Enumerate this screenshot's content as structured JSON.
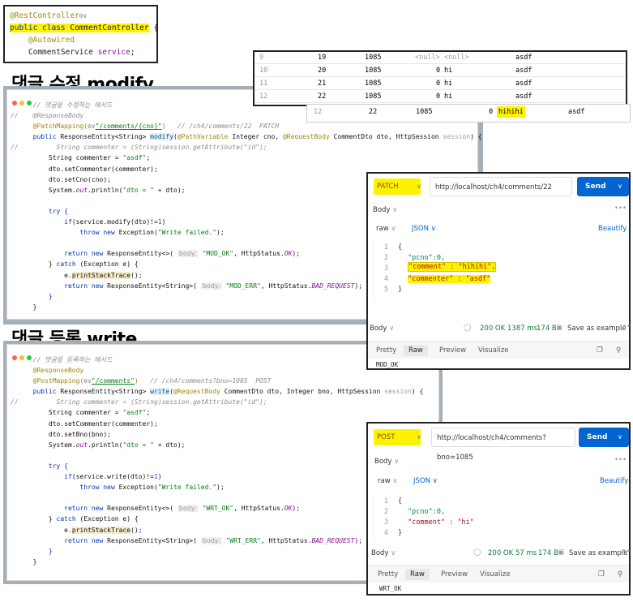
{
  "top_snippet": {
    "annotation": "@RestController",
    "class_decl_kw": "public class ",
    "class_name": "CommentController",
    "brace": " {",
    "autowired": "@Autowired",
    "field_type": "CommentService ",
    "field_name": "service",
    "semi": ";"
  },
  "headings": {
    "modify": "댓글 수정 modify",
    "write": "댓글 등록 write"
  },
  "modify_code": {
    "comment1": "// 댓글을 수정하는 메서드",
    "l2_gut": "//",
    "l2": "@ResponseBody",
    "l3_ann": "@PatchMapping(",
    "l3_str": "\"/comments/{cno}\"",
    "l3_close": ")",
    "l3_comment": "// /ch4/comments/22  PATCH",
    "l4_kw": "public ",
    "l4_type": "ResponseEntity<String> ",
    "l4_method": "modify",
    "l4_params_a": "(",
    "l4_pv": "@PathVariable ",
    "l4_params_b": "Integer cno, ",
    "l4_rb": "@RequestBody ",
    "l4_params_c": "CommentDto dto, HttpSession ",
    "l4_session": "session",
    "l4_end": ") {",
    "l5_gut": "//",
    "l5": "String commenter = (String)session.getAttribute(\"id\");",
    "l6_a": "String commenter = ",
    "l6_str": "\"asdf\"",
    "l6_b": ";",
    "l7": "dto.setCommenter(commenter);",
    "l8": "dto.setCno(cno);",
    "l9_a": "System.",
    "l9_out": "out",
    "l9_b": ".println(",
    "l9_str": "\"dto = \"",
    "l9_c": " + dto);",
    "l11": "try {",
    "l12_kw": "if",
    "l12": "(service.modify(dto)!=",
    "l12_num": "1",
    "l12_end": ")",
    "l13_kw": "throw new ",
    "l13_a": "Exception(",
    "l13_str": "\"Write failed.\"",
    "l13_b": ");",
    "l15_kw": "return new ",
    "l15_a": "ResponseEntity<>( ",
    "l15_hint": "body:",
    "l15_str": " \"MOD_OK\"",
    "l15_b": ", HttpStatus.",
    "l15_stat": "OK",
    "l15_c": ");",
    "l16_a": "} ",
    "l16_kw": "catch ",
    "l16_b": "(Exception e) {",
    "l17_a": "e.",
    "l17_m": "printStackTrace",
    "l17_b": "();",
    "l18_kw": "return new ",
    "l18_a": "ResponseEntity<String>( ",
    "l18_hint": "body:",
    "l18_str": " \"MOD_ERR\"",
    "l18_b": ", HttpStatus.",
    "l18_stat": "BAD_REQUEST",
    "l18_c": ");",
    "l19": "}",
    "l20": "}"
  },
  "write_code": {
    "comment1": "// 댓글을 등록하는 메서드",
    "l2": "@ResponseBody",
    "l3_ann": "@PostMapping(",
    "l3_str": "\"/comments\"",
    "l3_close": ")",
    "l3_comment": "// /ch4/comments?bno=1085  POST",
    "l4_kw": "public ",
    "l4_type": "ResponseEntity<String> ",
    "l4_method": "write",
    "l4_params_a": "(",
    "l4_rb": "@RequestBody ",
    "l4_params_b": "CommentDto dto, Integer bno, HttpSession ",
    "l4_session": "session",
    "l4_end": ") {",
    "l5_gut": "//",
    "l5": "String commenter = (String)session.getAttribute(\"id\");",
    "l6_a": "String commenter = ",
    "l6_str": "\"asdf\"",
    "l6_b": ";",
    "l7": "dto.setCommenter(commenter);",
    "l8": "dto.setBno(bno);",
    "l9_a": "System.",
    "l9_out": "out",
    "l9_b": ".println(",
    "l9_str": "\"dto = \"",
    "l9_c": " + dto);",
    "l11": "try {",
    "l12_kw": "if",
    "l12": "(service.write(dto)!=",
    "l12_num": "1",
    "l12_end": ")",
    "l13_kw": "throw new ",
    "l13_a": "Exception(",
    "l13_str": "\"Write failed.\"",
    "l13_b": ");",
    "l15_kw": "return new ",
    "l15_a": "ResponseEntity<>( ",
    "l15_hint": "body:",
    "l15_str": " \"WRT_OK\"",
    "l15_b": ", HttpStatus.",
    "l15_stat": "OK",
    "l15_c": ");",
    "l16_a": "} ",
    "l16_kw": "catch ",
    "l16_b": "(Exception e) {",
    "l17_a": "e.",
    "l17_m": "printStackTrace",
    "l17_b": "();",
    "l18_kw": "return new ",
    "l18_a": "ResponseEntity<String>( ",
    "l18_hint": "body:",
    "l18_str": " \"WRT_ERR\"",
    "l18_b": ", HttpStatus.",
    "l18_stat": "BAD_REQUEST",
    "l18_c": ");",
    "l19": "}",
    "l20": "}"
  },
  "db_table": {
    "rows": [
      {
        "n": "9",
        "cno": "19",
        "bno": "1085",
        "pcno": "<null>",
        "comment": "<null>",
        "commenter": "asdf"
      },
      {
        "n": "10",
        "cno": "20",
        "bno": "1085",
        "pcno": "0",
        "comment": "hi",
        "commenter": "asdf"
      },
      {
        "n": "11",
        "cno": "21",
        "bno": "1085",
        "pcno": "0",
        "comment": "hi",
        "commenter": "asdf"
      },
      {
        "n": "12",
        "cno": "22",
        "bno": "1085",
        "pcno": "0",
        "comment": "hi",
        "commenter": "asdf"
      }
    ],
    "updated_row": {
      "n": "12",
      "cno": "22",
      "bno": "1085",
      "pcno": "0",
      "comment": "hihihi",
      "commenter": "asdf"
    }
  },
  "patch_request": {
    "method": "PATCH",
    "url": "http://localhost/ch4/comments/22",
    "send": "Send",
    "body_label": "Body",
    "raw": "raw",
    "json": "JSON",
    "beautify": "Beautify",
    "json_lines": [
      "{",
      "\"pcno\":0,",
      "\"comment\" : \"hihihi\",",
      "\"commenter\" : \"asdf\"",
      "}"
    ],
    "resp_body_label": "Body",
    "status": "200 OK",
    "time": "1387 ms",
    "size": "174 B",
    "save": "Save as example",
    "tabs": [
      "Pretty",
      "Raw",
      "Preview",
      "Visualize"
    ],
    "response": "MOD_OK"
  },
  "post_request": {
    "method": "POST",
    "url": "http://localhost/ch4/comments?bno=1085",
    "send": "Send",
    "body_label": "Body",
    "raw": "raw",
    "json": "JSON",
    "beautify": "Beautify",
    "json_lines": [
      "{",
      "\"pcno\":0,",
      "\"comment\" : \"hi\"",
      "}"
    ],
    "resp_body_label": "Body",
    "status": "200 OK",
    "time": "57 ms",
    "size": "174 B",
    "save": "Save as example",
    "tabs": [
      "Pretty",
      "Raw",
      "Preview",
      "Visualize"
    ],
    "response": "WRT_OK"
  },
  "colors": {
    "highlight": "#fff200",
    "send_button": "#0265d2",
    "status_ok": "#0a7d32",
    "frame": "#a6aeb6"
  }
}
